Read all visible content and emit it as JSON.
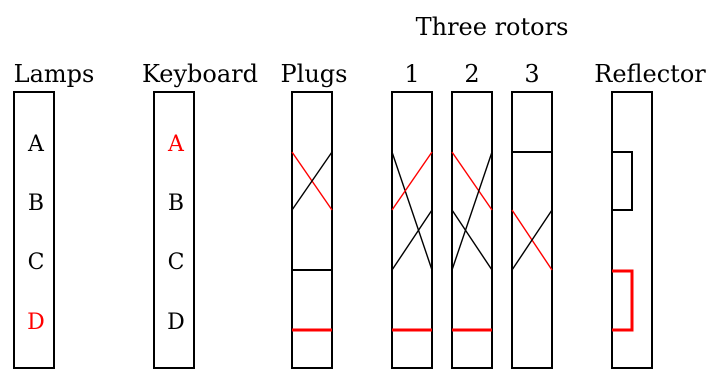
{
  "title": "Three rotors",
  "columns": {
    "lamps": "Lamps",
    "keyboard": "Keyboard",
    "plugs": "Plugs",
    "rotor1": "1",
    "rotor2": "2",
    "rotor3": "3",
    "reflector": "Reflector"
  },
  "lamps": [
    "A",
    "B",
    "C",
    "D"
  ],
  "keyboard": [
    "A",
    "B",
    "C",
    "D"
  ],
  "colors": {
    "active": "#ff0000",
    "wire": "#000000"
  }
}
